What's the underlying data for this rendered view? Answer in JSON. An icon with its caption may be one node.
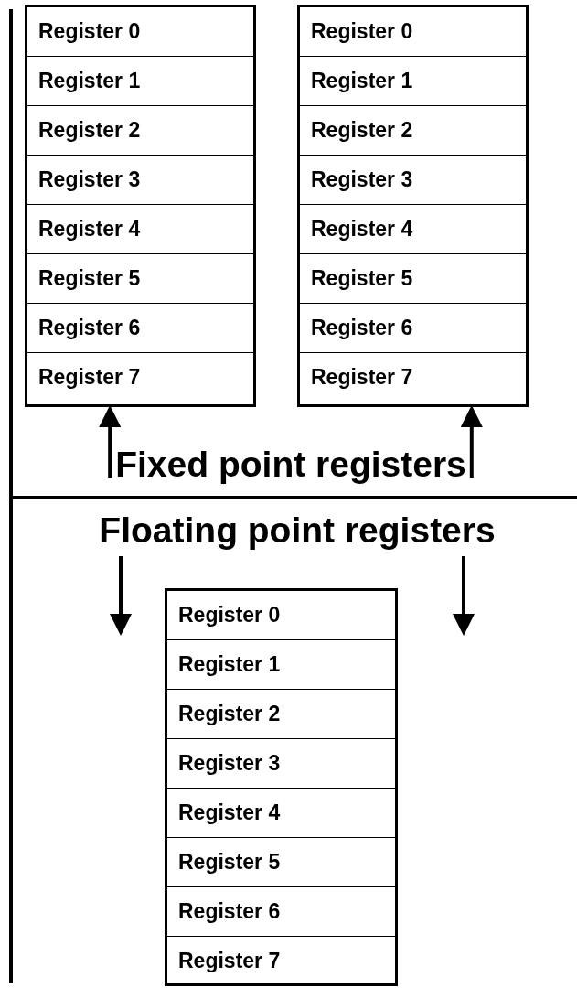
{
  "diagram": {
    "nodes": [
      {
        "text": [],
        "shape": "box"
      },
      {
        "text": [
          "Register 0"
        ],
        "in": 0
      },
      {
        "text": [
          "Register 1"
        ],
        "in": 0
      },
      {
        "text": [
          "Register 2"
        ],
        "in": 0
      },
      {
        "text": [
          "Register 3"
        ],
        "in": 0
      },
      {
        "text": [
          "Register 4"
        ],
        "in": 0
      },
      {
        "text": [
          "Register 5"
        ],
        "in": 0
      },
      {
        "text": [
          "Register 6"
        ],
        "in": 0
      },
      {
        "text": [
          "Register 7"
        ],
        "in": 0
      },
      {
        "text": [],
        "shape": "box"
      },
      {
        "text": [
          "Register 0"
        ],
        "in": 9
      },
      {
        "text": [
          "Register 1"
        ],
        "in": 9
      },
      {
        "text": [
          "Register 2"
        ],
        "in": 9
      },
      {
        "text": [
          "Register 3"
        ],
        "in": 9
      },
      {
        "text": [
          "Register 4"
        ],
        "in": 9
      },
      {
        "text": [
          "Register 5"
        ],
        "in": 9
      },
      {
        "text": [
          "Register 6"
        ],
        "in": 9
      },
      {
        "text": [
          "Register 7"
        ],
        "in": 9
      },
      {
        "text": [
          "Fixed point registers"
        ]
      },
      {
        "text": [
          "Floating point registers"
        ]
      },
      {
        "text": [],
        "shape": "box"
      },
      {
        "text": [
          "Register 0"
        ],
        "in": 20
      },
      {
        "text": [
          "Register 1"
        ],
        "in": 20
      },
      {
        "text": [
          "Register 2"
        ],
        "in": 20
      },
      {
        "text": [
          "Register 3"
        ],
        "in": 20
      },
      {
        "text": [
          "Register 4"
        ],
        "in": 20
      },
      {
        "text": [
          "Register 5"
        ],
        "in": 20
      },
      {
        "text": [
          "Register 6"
        ],
        "in": 20
      },
      {
        "text": [
          "Register 7"
        ],
        "in": 20
      }
    ],
    "edges": [
      {
        "from": 18,
        "to": 0,
        "arrow": "to"
      },
      {
        "from": 18,
        "to": 9,
        "arrow": "to"
      },
      {
        "from": 19,
        "to": 20,
        "arrow": "to"
      },
      {
        "from": 19,
        "to": 20,
        "arrow": "to"
      }
    ]
  }
}
